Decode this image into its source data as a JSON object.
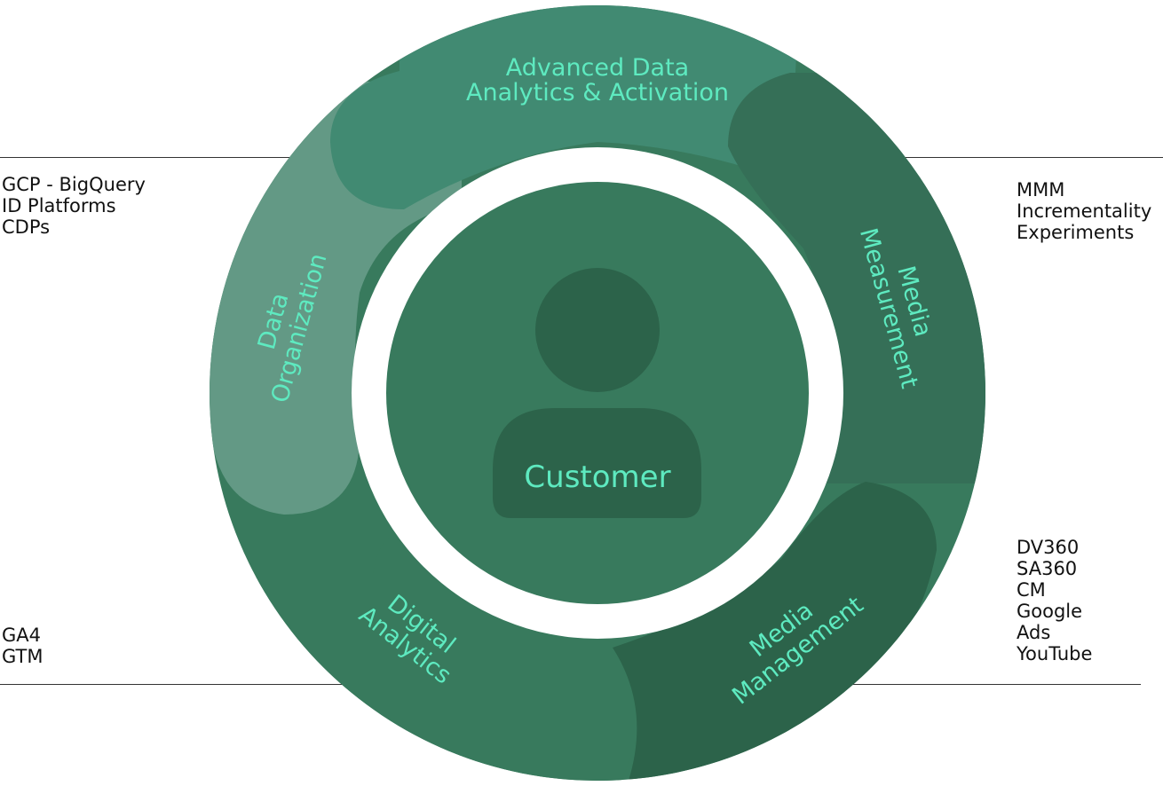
{
  "center": {
    "label": "Customer"
  },
  "segments": {
    "advanced": {
      "line1": "Advanced Data",
      "line2": "Analytics & Activation"
    },
    "organization": {
      "line1": "Data",
      "line2": "Organization"
    },
    "measurement": {
      "line1": "Media",
      "line2": "Measurement"
    },
    "management": {
      "line1": "Media",
      "line2": "Management"
    },
    "digital": {
      "line1": "Digital",
      "line2": "Analytics"
    }
  },
  "tools": {
    "organization": [
      "GCP - BigQuery",
      "ID Platforms",
      "CDPs"
    ],
    "measurement": [
      "MMM",
      "Incrementality",
      "Experiments"
    ],
    "digital": [
      "GA4",
      "GTM"
    ],
    "management": [
      "DV360",
      "SA360",
      "CM",
      "Google",
      "Ads",
      "YouTube"
    ]
  },
  "colors": {
    "ring": "#387a5d",
    "advanced": "#418a72",
    "organization": "#639985",
    "measurement": "#356f57",
    "management": "#2c634a",
    "inner": "#387a5d",
    "avatar": "#2c634a",
    "label": "#5eeac0",
    "rule": "#333333"
  }
}
